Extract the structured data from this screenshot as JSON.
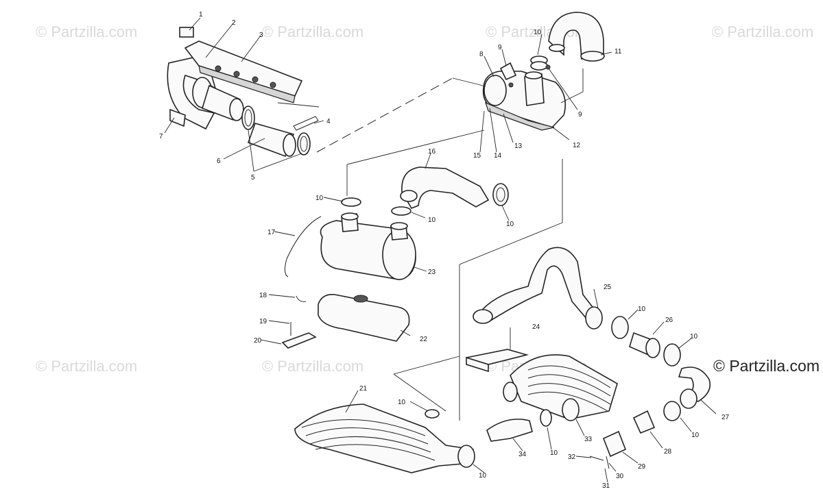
{
  "watermarks": {
    "light": "© Partzilla.com",
    "dark": "© Partzilla.com"
  },
  "callouts": [
    "1",
    "2",
    "3",
    "4",
    "5",
    "6",
    "7",
    "8",
    "9",
    "10",
    "11",
    "12",
    "13",
    "14",
    "15",
    "16",
    "17",
    "18",
    "19",
    "20",
    "21",
    "22",
    "23",
    "24",
    "25",
    "26",
    "27",
    "28",
    "29",
    "30",
    "31",
    "32",
    "33",
    "34"
  ],
  "colors": {
    "line": "#222222",
    "watermark": "#d9d9d9",
    "fill": "#fafafa"
  }
}
